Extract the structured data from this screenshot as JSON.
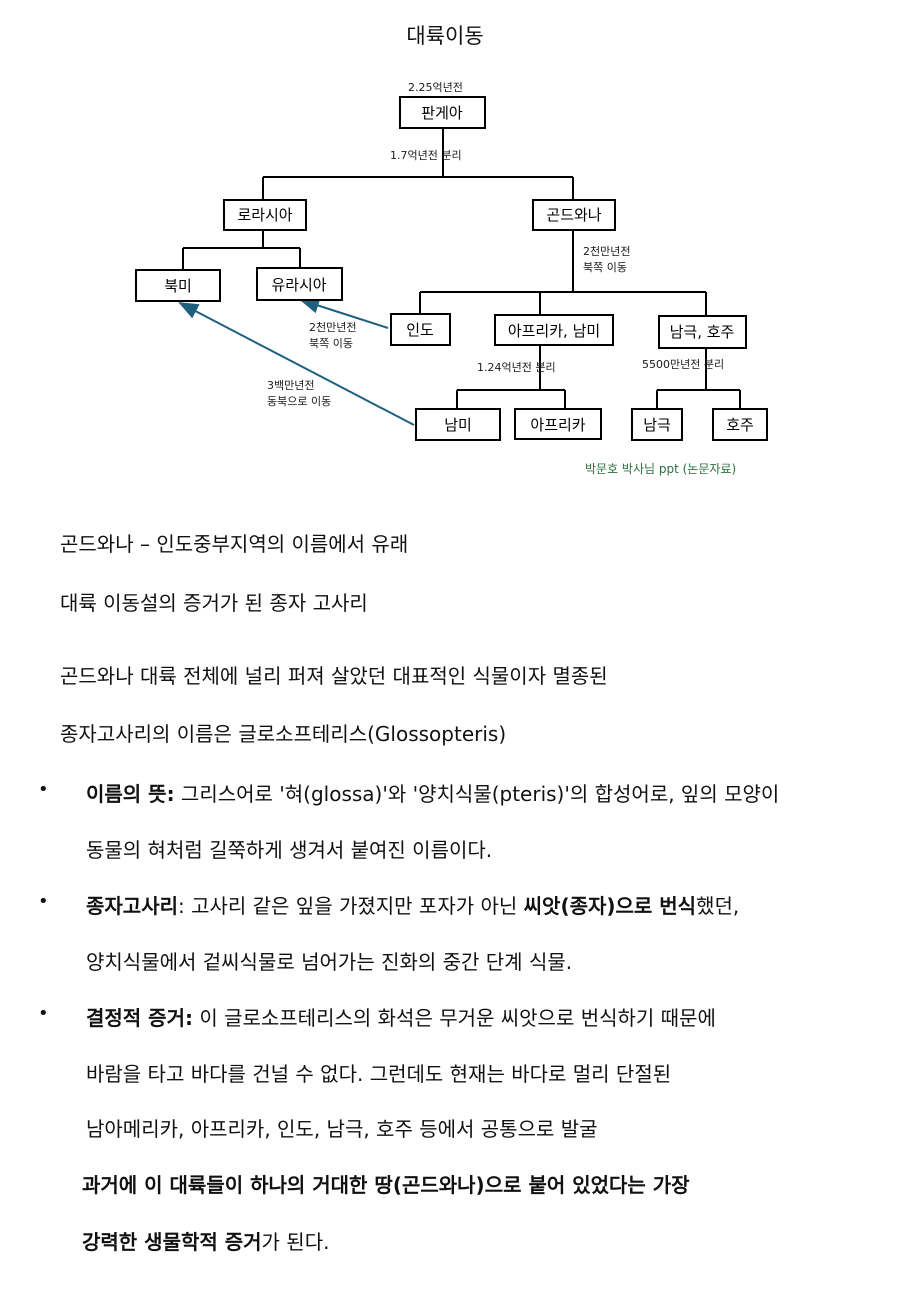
{
  "title": "대륙이동",
  "diagram": {
    "pangaea_time": "2.25억년전",
    "pangaea": "판게아",
    "split1": "1.7억년전 분리",
    "laurasia": "로라시아",
    "gondwana": "곤드와나",
    "north_america": "북미",
    "eurasia": "유라시아",
    "gondwana_move_line1": "2천만년전",
    "gondwana_move_line2": "북쪽 이동",
    "india": "인도",
    "africa_sa": "아프리카, 남미",
    "antarctica_au": "남극, 호주",
    "india_move_line1": "2천만년전",
    "india_move_line2": "북쪽 이동",
    "split2": "1.24억년전 분리",
    "split3": "5500만년전 분리",
    "sa_move_line1": "3백만년전",
    "sa_move_line2": "동북으로 이동",
    "south_america": "남미",
    "africa": "아프리카",
    "antarctica": "남극",
    "australia": "호주",
    "source": "박문호 박사님 ppt (논문자료)",
    "line_color": "#000000",
    "arrow_color": "#1f5f7f",
    "source_color": "#2f6f3f"
  },
  "text": {
    "p1": "곤드와나 – 인도중부지역의 이름에서 유래",
    "p2": "대륙 이동설의 증거가 된 종자 고사리",
    "p3": "곤드와나 대륙 전체에 널리 퍼져 살았던 대표적인 식물이자 멸종된",
    "p4": "종자고사리의 이름은 글로소프테리스(Glossopteris)",
    "bullet_symbol": "•",
    "b1_bold": "이름의 뜻:",
    "b1_rest": " 그리스어로 '혀(glossa)'와 '양치식물(pteris)'의 합성어로, 잎의 모양이",
    "b1_line2": "동물의 혀처럼 길쭉하게 생겨서 붙여진 이름이다.",
    "b2_bold": "종자고사리",
    "b2_mid": ": 고사리 같은 잎을 가졌지만 포자가 아닌 ",
    "b2_bold2": "씨앗(종자)으로 번식",
    "b2_end": "했던,",
    "b2_line2": "양치식물에서 겉씨식물로 넘어가는 진화의 중간 단계 식물.",
    "b3_bold": "결정적 증거:",
    "b3_rest": " 이 글로소프테리스의 화석은 무거운 씨앗으로 번식하기 때문에",
    "b3_line2": "바람을 타고 바다를 건널 수 없다.  그런데도 현재는 바다로 멀리 단절된",
    "b3_line3": "남아메리카, 아프리카, 인도, 남극, 호주 등에서 공통으로 발굴",
    "c1_bold": "과거에 이 대륙들이 하나의 거대한 땅(곤드와나)으로 붙어 있었다는 가장",
    "c2_bold": "강력한 생물학적 증거",
    "c2_rest": "가 된다."
  }
}
